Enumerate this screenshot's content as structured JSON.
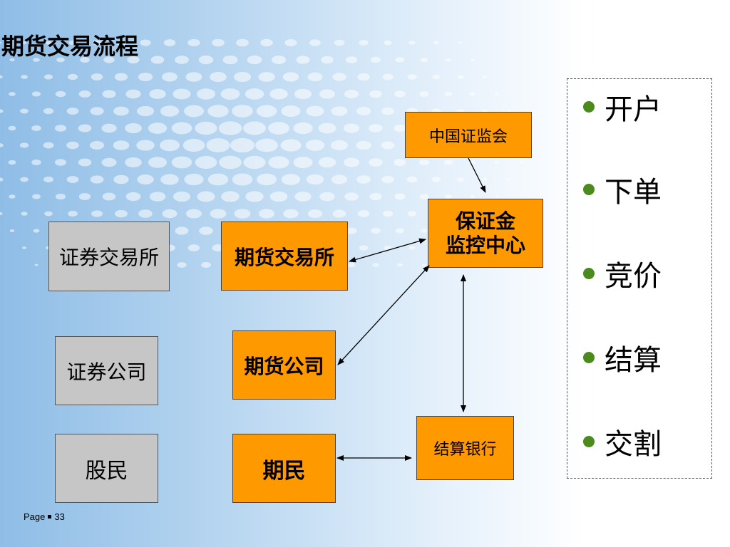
{
  "title": "期货交易流程",
  "boxes": {
    "securities_exchange": "证券交易所",
    "securities_company": "证券公司",
    "stock_investor": "股民",
    "futures_exchange": "期货交易所",
    "futures_company": "期货公司",
    "futures_investor": "期民",
    "csrc": "中国证监会",
    "margin_center_line1": "保证金",
    "margin_center_line2": "监控中心",
    "settlement_bank": "结算银行"
  },
  "steps": [
    "开户",
    "下单",
    "竞价",
    "结算",
    "交割"
  ],
  "footer": {
    "page_label": "Page",
    "page_number": "33"
  },
  "colors": {
    "orange": "#ff9900",
    "gray": "#c6c6c6",
    "bullet": "#4b8a1c"
  }
}
